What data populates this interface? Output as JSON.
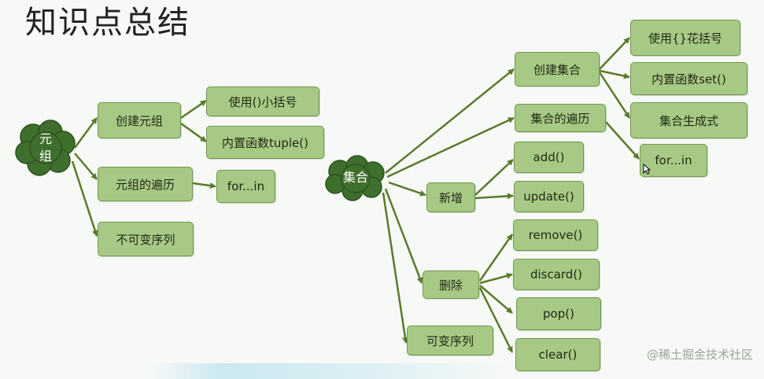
{
  "title": "知识点总结",
  "tuple_root": "元\n组",
  "tuple_branches": {
    "create": "创建元组",
    "create_paren": "使用()小括号",
    "create_builtin": "内置函数tuple()",
    "traverse": "元组的遍历",
    "for_in": "for...in",
    "immutable": "不可变序列"
  },
  "set_root": "集合",
  "set_branches": {
    "create": "创建集合",
    "create_brace": "使用{}花括号",
    "create_builtin": "内置函数set()",
    "create_comprehension": "集合生成式",
    "traverse": "集合的遍历",
    "for_in": "for...in",
    "add_group": "新增",
    "add": "add()",
    "update": "update()",
    "delete_group": "删除",
    "remove": "remove()",
    "discard": "discard()",
    "pop": "pop()",
    "clear": "clear()",
    "mutable": "可变序列"
  },
  "watermark": "@稀土掘金技术社区",
  "colors": {
    "node_fill": "#a7c985",
    "node_border": "#6f9a4f",
    "cloud_fill": "#3f6f2c",
    "arrow": "#5a7a2c"
  }
}
